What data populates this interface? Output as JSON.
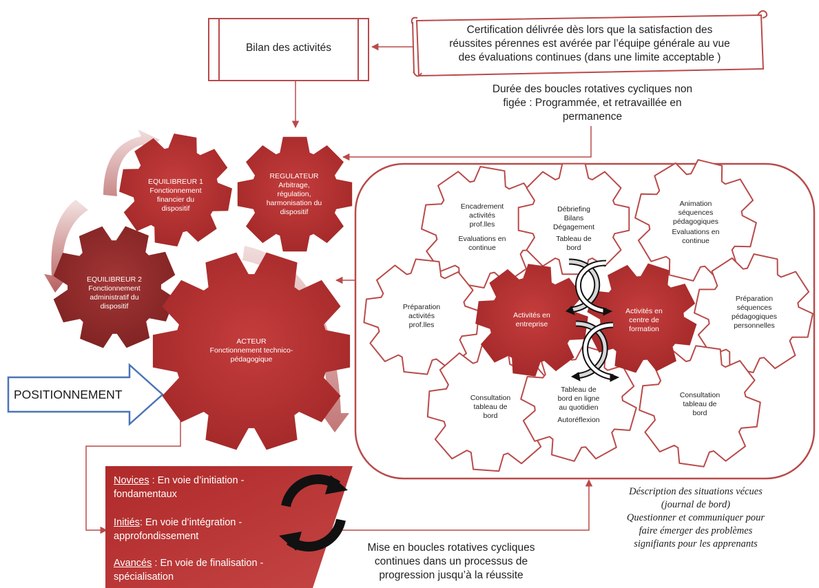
{
  "bilan": "Bilan des activités",
  "certification": [
    "Certification délivrée dès lors que la satisfaction des",
    "réussites pérennes est avérée par l’équipe générale au vue",
    "des évaluations continues (dans une limite acceptable )"
  ],
  "duree": [
    "Durée des boucles rotatives cycliques non",
    "figée : Programmée, et retravaillée en",
    "permanence"
  ],
  "gears_main": {
    "equilibreur1": {
      "title": "EQUILIBREUR 1",
      "lines": [
        "Fonctionnement",
        "financier du",
        "dispositif"
      ]
    },
    "regulateur": {
      "title": "REGULATEUR",
      "lines": [
        "Arbitrage,",
        "régulation,",
        "harmonisation du",
        "dispositif"
      ]
    },
    "equilibreur2": {
      "title": "EQUILIBREUR 2",
      "lines": [
        "Fonctionnement",
        "administratif du",
        "dispositif"
      ]
    },
    "acteur": {
      "title": "ACTEUR",
      "lines": [
        "Fonctionnement technico-",
        "pédagogique"
      ]
    }
  },
  "gears_box": {
    "encadrement": [
      "Encadrement",
      "activités",
      "prof.lles",
      "",
      "Evaluations en",
      "continue"
    ],
    "debriefing": [
      "Débriefing",
      "Bilans",
      "Dégagement",
      "Tableau de",
      "bord"
    ],
    "animation": [
      "Animation",
      "séquences",
      "pédagogiques",
      "Evaluations en",
      "continue"
    ],
    "preparation_activites": [
      "Préparation",
      "activités",
      "prof.lles"
    ],
    "activites_entreprise": [
      "Activités en",
      "entreprise"
    ],
    "activites_centre": [
      "Activités en",
      "centre de",
      "formation"
    ],
    "preparation_sequences": [
      "Préparation",
      "séquences",
      "pédagogiques",
      "personnelles"
    ],
    "consultation_left": [
      "Consultation",
      "tableau de",
      "bord"
    ],
    "tableau_ligne": [
      "Tableau de",
      "bord en ligne",
      "au quotidien",
      "Autoréflexion"
    ],
    "consultation_right": [
      "Consultation",
      "tableau de",
      "bord"
    ]
  },
  "positionnement": "POSITIONNEMENT",
  "levels": [
    {
      "name": "Novices",
      "rest": " : En voie d’initiation -",
      "line2": "fondamentaux"
    },
    {
      "name": "Initiés",
      "rest": ": En voie d’intégration -",
      "line2": "approfondissement"
    },
    {
      "name": "Avancés",
      "rest": " : En voie de finalisation -",
      "line2": "spécialisation"
    }
  ],
  "mise_en_boucles": [
    "Mise en boucles rotatives cycliques",
    "continues dans un processus de",
    "progression jusqu’à la réussite"
  ],
  "description": [
    "Déscription des situations vécues",
    "(journal de bord)",
    "Questionner et communiquer pour",
    "faire émerger des problèmes",
    "signifiants pour les apprenants"
  ],
  "colors": {
    "gear_red": "#b03030",
    "gear_dark": "#8e2727",
    "line_red": "#b94a4a",
    "arrow_blue": "#4a74b5"
  }
}
